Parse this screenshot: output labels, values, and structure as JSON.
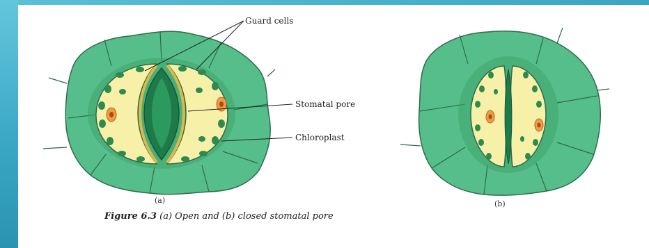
{
  "labels": {
    "guard_cells": "Guard cells",
    "stomatal_pore": "Stomatal pore",
    "chloroplast": "Chloroplast",
    "panel_a": "(a)",
    "panel_b": "(b)"
  },
  "caption": {
    "figure": "Figure 6.3",
    "text": "(a) Open and (b) closed stomatal pore"
  },
  "colors": {
    "epidermal_cell": "#56be8a",
    "epidermal_outline": "#2e6b4b",
    "guard_cell": "#f6f0a8",
    "guard_cell_inner": "#e8c85a",
    "chloroplast": "#2f8a4e",
    "pore": "#1f7a4a",
    "frame": "#3aa5c3"
  }
}
